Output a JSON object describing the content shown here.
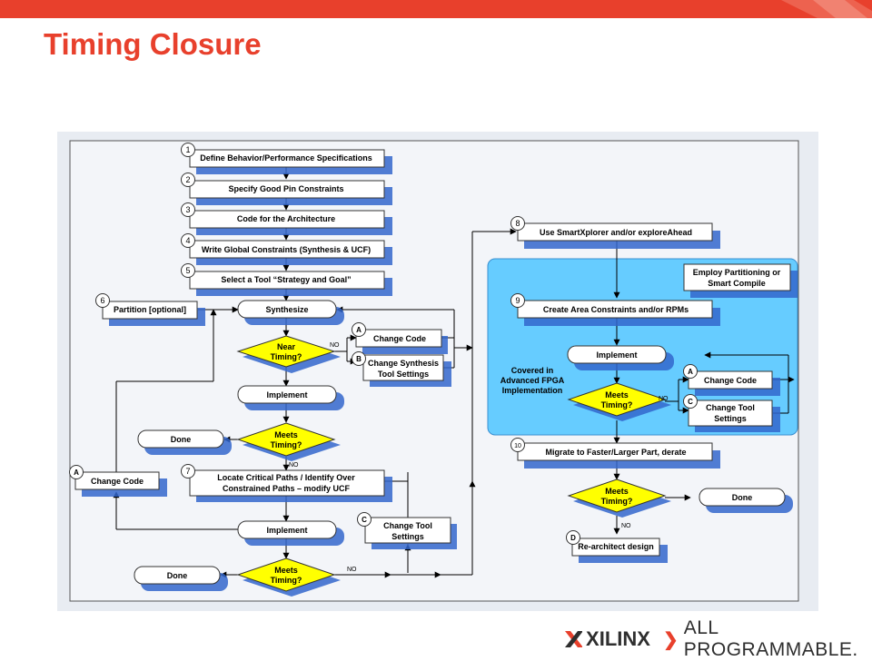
{
  "slide_title": "Timing Closure",
  "footer": {
    "brand": "XILINX",
    "tagline": "ALL PROGRAMMABLE."
  },
  "colors": {
    "title": "#e8402c",
    "topbar": "#e8402c",
    "decision": "#ffff00",
    "region": "#66ccff",
    "shadow": "#3366cc"
  },
  "steps": {
    "s1": {
      "num": "1",
      "text": "Define Behavior/Performance Specifications"
    },
    "s2": {
      "num": "2",
      "text": "Specify Good Pin Constraints"
    },
    "s3": {
      "num": "3",
      "text": "Code for the Architecture"
    },
    "s4": {
      "num": "4",
      "text": "Write Global Constraints (Synthesis & UCF)"
    },
    "s5": {
      "num": "5",
      "text": "Select a Tool “Strategy and Goal”"
    },
    "s6": {
      "num": "6",
      "text": "Partition [optional]"
    },
    "s7": {
      "num": "7",
      "line1": "Locate Critical Paths / Identify Over",
      "line2": "Constrained Paths – modify UCF"
    },
    "s8": {
      "num": "8",
      "text": "Use SmartXplorer and/or exploreAhead"
    },
    "s9": {
      "num": "9",
      "text": "Create Area Constraints and/or RPMs"
    },
    "s10": {
      "num": "10",
      "text": "Migrate to Faster/Larger Part, derate"
    }
  },
  "terminals": {
    "synthesize": "Synthesize",
    "implement1": "Implement",
    "implement2": "Implement",
    "implement3": "Implement",
    "done1": "Done",
    "done2": "Done",
    "done3": "Done"
  },
  "decisions": {
    "near_timing": {
      "line1": "Near",
      "line2": "Timing?"
    },
    "meets1": {
      "line1": "Meets",
      "line2": "Timing?"
    },
    "meets2": {
      "line1": "Meets",
      "line2": "Timing?"
    },
    "meets3": {
      "line1": "Meets",
      "line2": "Timing?"
    },
    "meets4": {
      "line1": "Meets",
      "line2": "Timing?"
    }
  },
  "side_boxes": {
    "a1": {
      "letter": "A",
      "text": "Change Code"
    },
    "b1": {
      "letter": "B",
      "line1": "Change Synthesis",
      "line2": "Tool Settings"
    },
    "a2": {
      "letter": "A",
      "text": "Change Code"
    },
    "c1": {
      "letter": "C",
      "line1": "Change Tool",
      "line2": "Settings"
    },
    "a3": {
      "letter": "A",
      "text": "Change Code"
    },
    "c2": {
      "letter": "C",
      "line1": "Change Tool",
      "line2": "Settings"
    },
    "d1": {
      "letter": "D",
      "text": "Re-architect design"
    }
  },
  "notes": {
    "partition": {
      "line1": "Employ Partitioning or",
      "line2": "Smart Compile"
    },
    "advanced": {
      "line1": "Covered in",
      "line2": "Advanced FPGA",
      "line3": "Implementation"
    }
  },
  "labels": {
    "no": "NO"
  }
}
